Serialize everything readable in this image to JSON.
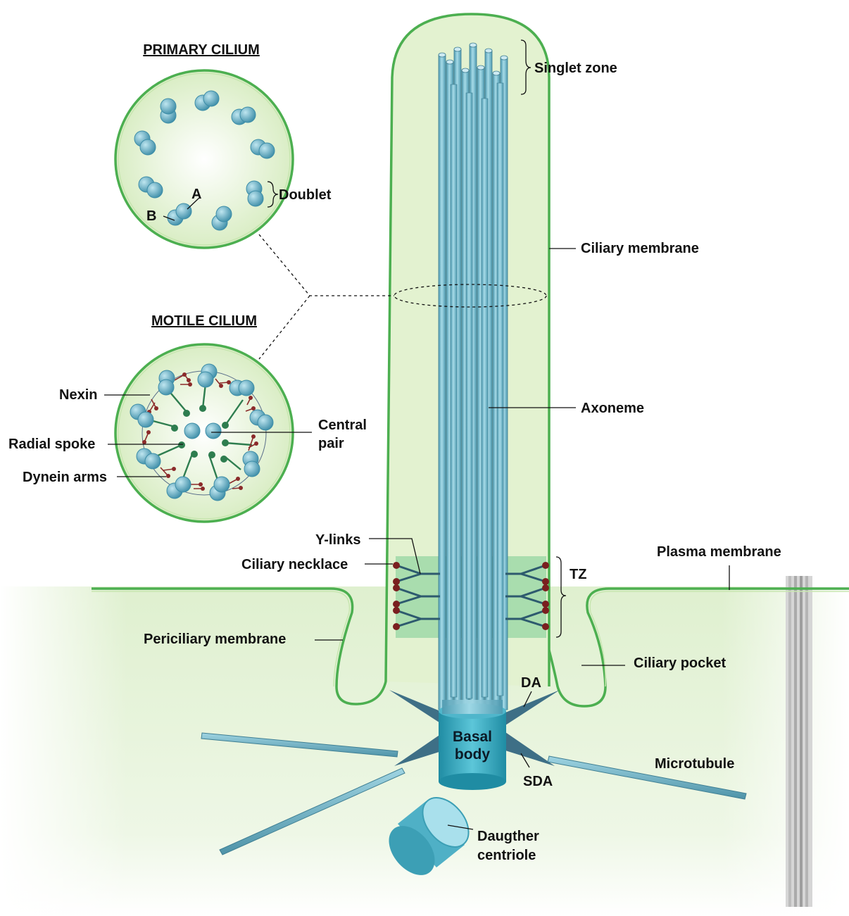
{
  "titles": {
    "primary": "PRIMARY CILIUM",
    "motile": "MOTILE CILIUM"
  },
  "labels": {
    "singlet_zone": "Singlet zone",
    "ciliary_membrane": "Ciliary membrane",
    "axoneme": "Axoneme",
    "doublet": "Doublet",
    "tubule_a": "A",
    "tubule_b": "B",
    "nexin": "Nexin",
    "central_pair_1": "Central",
    "central_pair_2": "pair",
    "radial_spoke": "Radial spoke",
    "dynein_arms": "Dynein arms",
    "y_links": "Y-links",
    "ciliary_necklace": "Ciliary necklace",
    "tz": "TZ",
    "plasma_membrane": "Plasma membrane",
    "periciliary_membrane": "Periciliary membrane",
    "ciliary_pocket": "Ciliary pocket",
    "da": "DA",
    "basal_body_1": "Basal",
    "basal_body_2": "body",
    "sda": "SDA",
    "microtubule": "Microtubule",
    "daughter_centriole_1": "Daugther",
    "daughter_centriole_2": "centriole"
  },
  "colors": {
    "membrane": "#4caf50",
    "cilium_fill": "#e3f2d0",
    "microtubule": "#6fb8cc",
    "basal_body": "#2e9fb5",
    "appendage": "#3e6f86",
    "radial_spoke": "#2e7d4f",
    "dynein": "#8b2a2a",
    "tz_band": "#9fd9a8"
  }
}
